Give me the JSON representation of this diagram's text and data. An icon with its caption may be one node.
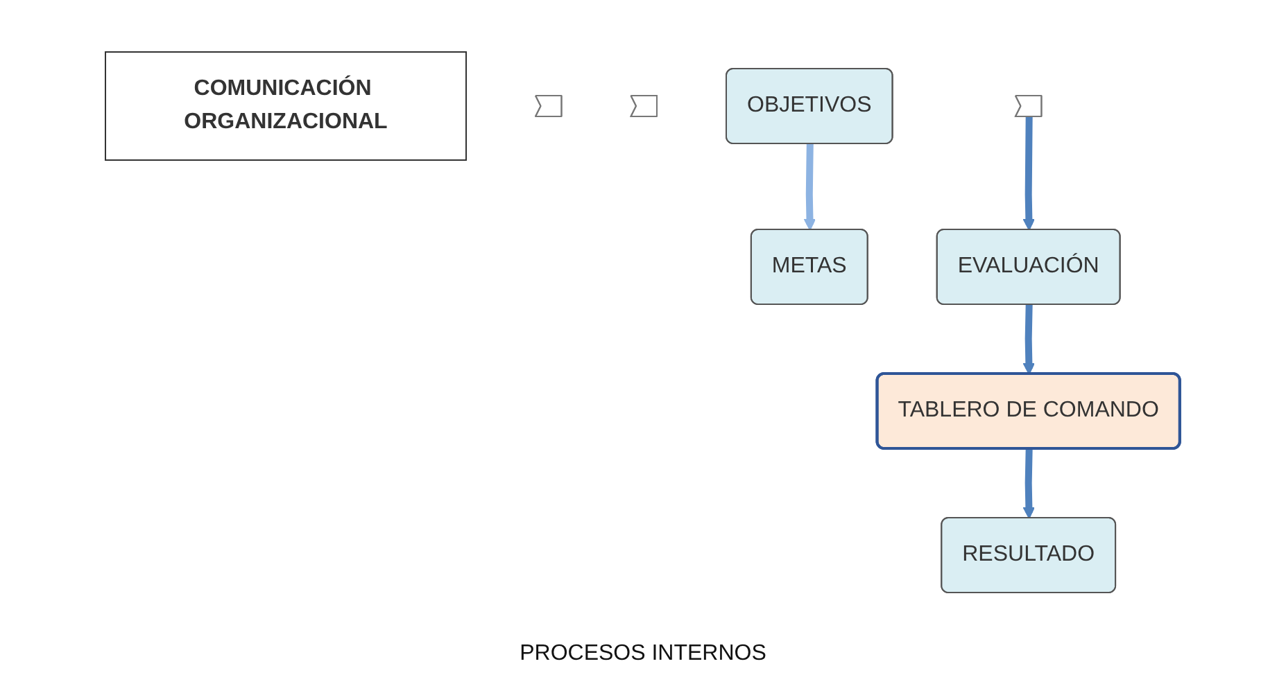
{
  "diagram": {
    "nodes": [
      {
        "text": [
          "COMUNICACIÓN ORGANIZACIONAL"
        ]
      },
      {
        "text": [],
        "shape": "chevron"
      },
      {
        "text": [],
        "shape": "chevron"
      },
      {
        "text": [],
        "shape": "chevron"
      },
      {
        "text": [
          "OBJETIVOS"
        ]
      },
      {
        "text": [
          "METAS"
        ]
      },
      {
        "text": [
          "EVALUACIÓN"
        ]
      },
      {
        "text": [
          "TABLERO DE COMANDO"
        ]
      },
      {
        "text": [
          "RESULTADO"
        ]
      }
    ],
    "edges": [
      {
        "from": 3,
        "to": 6,
        "arrow": "to"
      },
      {
        "from": 4,
        "to": 5,
        "arrow": "to",
        "color": "#8db3e2"
      },
      {
        "from": 6,
        "to": 7,
        "arrow": "to"
      },
      {
        "from": 7,
        "to": 8,
        "arrow": "to"
      }
    ],
    "labels": [
      "PROCESOS INTERNOS"
    ]
  }
}
